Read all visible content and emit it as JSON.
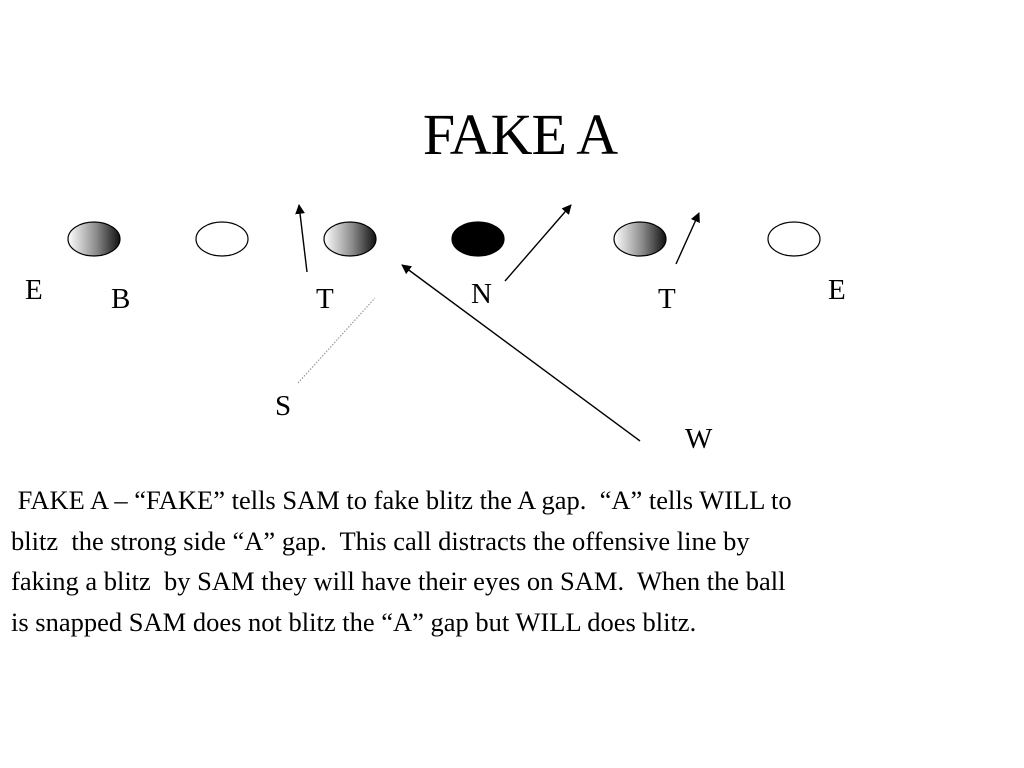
{
  "title": "FAKE A",
  "labels": {
    "e_left": "E",
    "b": "B",
    "t_left": "T",
    "n": "N",
    "t_right": "T",
    "e_right": "E",
    "s": "S",
    "w": "W"
  },
  "description": {
    "line1": " FAKE A – “FAKE” tells SAM to fake blitz the A gap.  “A” tells WILL to",
    "line2": "blitz  the strong side “A” gap.  This call distracts the offensive line by",
    "line3": "faking a blitz  by SAM they will have their eyes on SAM.  When the ball",
    "line4": "is snapped SAM does not blitz the “A” gap but WILL does blitz."
  }
}
